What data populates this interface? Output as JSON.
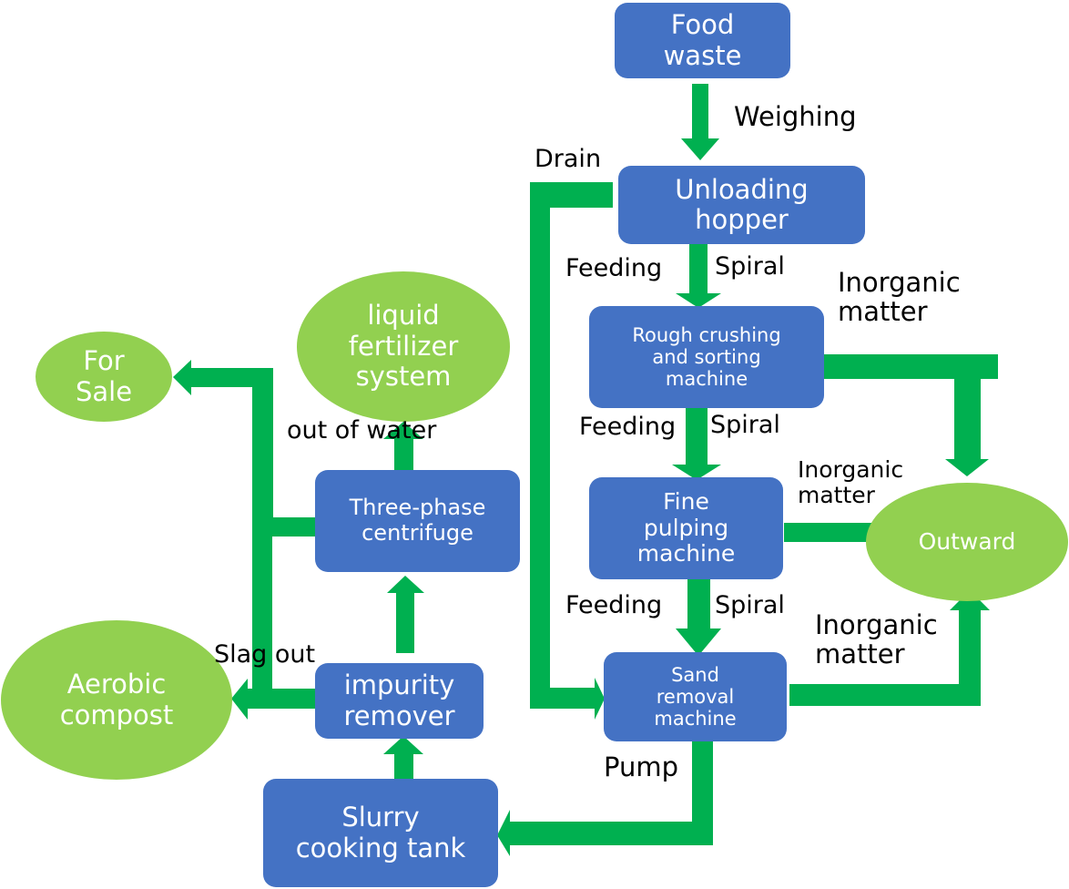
{
  "colors": {
    "process_box": "#4472C4",
    "endpoint_ellipse": "#92D050",
    "arrow": "#00B050",
    "node_text": "#FFFFFF",
    "label_text": "#000000"
  },
  "nodes": {
    "food_waste": {
      "lines": [
        "Food",
        "waste"
      ],
      "shape": "rounded-rect"
    },
    "unloading_hopper": {
      "lines": [
        "Unloading",
        "hopper"
      ],
      "shape": "rounded-rect"
    },
    "rough_crushing": {
      "lines": [
        "Rough crushing",
        "and sorting",
        "machine"
      ],
      "shape": "rounded-rect"
    },
    "fine_pulping": {
      "lines": [
        "Fine",
        "pulping",
        "machine"
      ],
      "shape": "rounded-rect"
    },
    "sand_removal": {
      "lines": [
        "Sand",
        "removal",
        "machine"
      ],
      "shape": "rounded-rect"
    },
    "slurry_tank": {
      "lines": [
        "Slurry",
        "cooking tank"
      ],
      "shape": "rounded-rect"
    },
    "impurity_remover": {
      "lines": [
        "impurity",
        "remover"
      ],
      "shape": "rounded-rect"
    },
    "centrifuge": {
      "lines": [
        "Three-phase",
        "centrifuge"
      ],
      "shape": "rounded-rect"
    },
    "liquid_fertilizer": {
      "lines": [
        "liquid",
        "fertilizer",
        "system"
      ],
      "shape": "ellipse"
    },
    "for_sale": {
      "lines": [
        "For",
        "Sale"
      ],
      "shape": "ellipse"
    },
    "aerobic_compost": {
      "lines": [
        "Aerobic",
        "compost"
      ],
      "shape": "ellipse"
    },
    "outward": {
      "lines": [
        "Outward"
      ],
      "shape": "ellipse"
    }
  },
  "labels": {
    "weighing": [
      "Weighing"
    ],
    "drain": [
      "Drain"
    ],
    "feeding_1": [
      "Feeding"
    ],
    "spiral_1": [
      "Spiral"
    ],
    "inorganic_1": [
      "Inorganic",
      "matter"
    ],
    "feeding_2": [
      "Feeding"
    ],
    "spiral_2": [
      "Spiral"
    ],
    "inorganic_2": [
      "Inorganic",
      "matter"
    ],
    "feeding_3": [
      "Feeding"
    ],
    "spiral_3": [
      "Spiral"
    ],
    "inorganic_3": [
      "Inorganic",
      "matter"
    ],
    "pump": [
      "Pump"
    ],
    "out_of_water": [
      "out of water"
    ],
    "slag_out": [
      "Slag out"
    ]
  },
  "edges": [
    {
      "from": "food_waste",
      "to": "unloading_hopper",
      "label": "Weighing"
    },
    {
      "from": "unloading_hopper",
      "to": "rough_crushing",
      "label": "Feeding / Spiral"
    },
    {
      "from": "unloading_hopper",
      "to": "sand_removal",
      "label": "Drain"
    },
    {
      "from": "rough_crushing",
      "to": "fine_pulping",
      "label": "Feeding / Spiral"
    },
    {
      "from": "rough_crushing",
      "to": "outward",
      "label": "Inorganic matter"
    },
    {
      "from": "fine_pulping",
      "to": "sand_removal",
      "label": "Feeding / Spiral"
    },
    {
      "from": "fine_pulping",
      "to": "outward",
      "label": "Inorganic matter"
    },
    {
      "from": "sand_removal",
      "to": "outward",
      "label": "Inorganic matter"
    },
    {
      "from": "sand_removal",
      "to": "slurry_tank",
      "label": "Pump"
    },
    {
      "from": "slurry_tank",
      "to": "impurity_remover",
      "label": ""
    },
    {
      "from": "impurity_remover",
      "to": "centrifuge",
      "label": ""
    },
    {
      "from": "impurity_remover",
      "to": "aerobic_compost",
      "label": "Slag out"
    },
    {
      "from": "centrifuge",
      "to": "liquid_fertilizer",
      "label": "out of water"
    },
    {
      "from": "centrifuge",
      "to": "for_sale",
      "label": ""
    },
    {
      "from": "centrifuge",
      "to": "aerobic_compost",
      "label": ""
    }
  ]
}
